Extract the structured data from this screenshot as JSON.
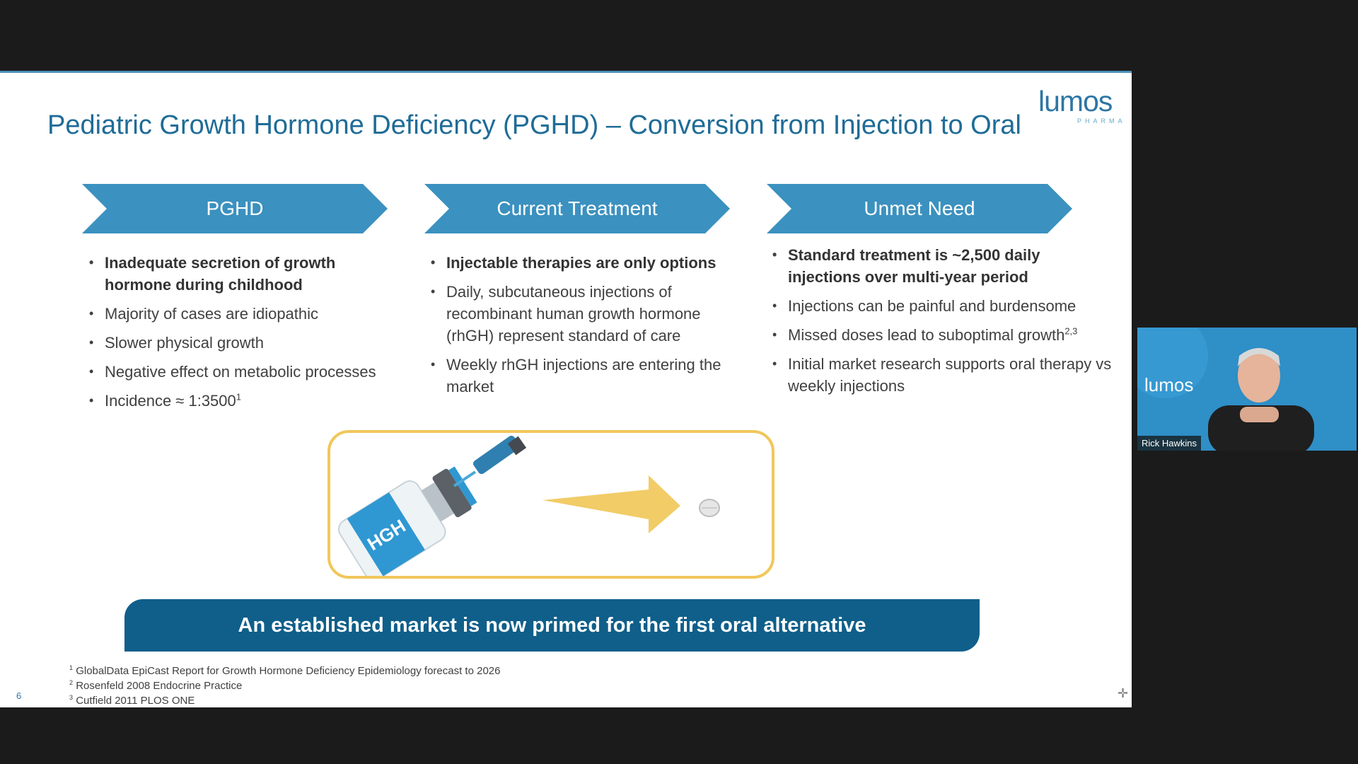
{
  "slide": {
    "title": "Pediatric Growth Hormone Deficiency (PGHD) – Conversion from Injection to Oral",
    "logo": {
      "word": "lumos",
      "sub": "PHARMA"
    },
    "columns": [
      {
        "header": "PGHD",
        "bullets": [
          {
            "text": "Inadequate secretion of growth hormone during childhood",
            "bold": true
          },
          {
            "text": "Majority of cases are idiopathic"
          },
          {
            "text": "Slower physical growth"
          },
          {
            "text": "Negative effect on metabolic processes"
          },
          {
            "text": "Incidence ≈ 1:3500",
            "sup": "1"
          }
        ]
      },
      {
        "header": "Current Treatment",
        "bullets": [
          {
            "text": "Injectable therapies are only options",
            "bold": true
          },
          {
            "text": "Daily, subcutaneous injections of recombinant human growth hormone (rhGH) represent standard of care"
          },
          {
            "text": "Weekly rhGH injections are entering the market"
          }
        ]
      },
      {
        "header": "Unmet Need",
        "bullets": [
          {
            "text": "Standard treatment is ~2,500 daily injections over multi-year period",
            "bold": true
          },
          {
            "text": "Injections can be painful and burdensome"
          },
          {
            "text": "Missed doses lead to suboptimal growth",
            "sup": "2,3"
          },
          {
            "text": "Initial market research supports oral therapy vs weekly injections"
          }
        ]
      }
    ],
    "image": {
      "vial_label": "HGH"
    },
    "banner": "An established market is now primed for the first oral alternative",
    "footnotes": [
      {
        "num": "1",
        "text": "GlobalData EpiCast Report for Growth Hormone Deficiency Epidemiology forecast to 2026"
      },
      {
        "num": "2",
        "text": "Rosenfeld 2008 Endocrine Practice"
      },
      {
        "num": "3",
        "text": "Cutfield 2011 PLOS ONE"
      }
    ],
    "page_number": "6"
  },
  "video": {
    "participant_name": "Rick Hawkins",
    "background_logo": "lumos"
  },
  "colors": {
    "chevron": "#3b91bf",
    "banner": "#0f5f8a",
    "title": "#1f6c97",
    "image_border": "#f0c75a"
  }
}
